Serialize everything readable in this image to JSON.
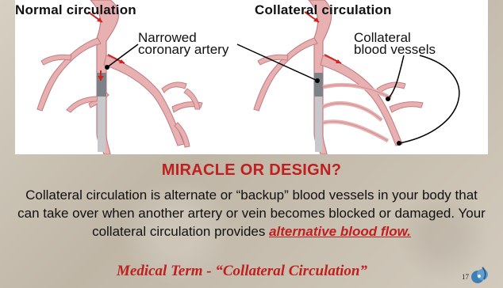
{
  "figure": {
    "header_normal": "Normal circulation",
    "header_collateral": "Collateral circulation",
    "callout_narrowed_line1": "Narrowed",
    "callout_narrowed_line2": "coronary artery",
    "callout_collateral_line1": "Collateral",
    "callout_collateral_line2": "blood vessels",
    "colors": {
      "vessel": "#e7b1b1",
      "vessel_edge": "#c67f84",
      "flow_arrow": "#d02020",
      "stenosis": "#7c8287",
      "blocked_segment": "#c6c8cc"
    }
  },
  "heading": "MIRACLE OR DESIGN?",
  "body": {
    "part1": "Collateral circulation is alternate or “backup” blood vessels in your body that can take over when another artery or vein becomes blocked or damaged.  Your collateral circulation provides ",
    "emphasis": "alternative blood flow."
  },
  "footer": "Medical Term - “Collateral Circulation”",
  "page_number": "17",
  "icons": {
    "badge": "emblem-icon"
  }
}
